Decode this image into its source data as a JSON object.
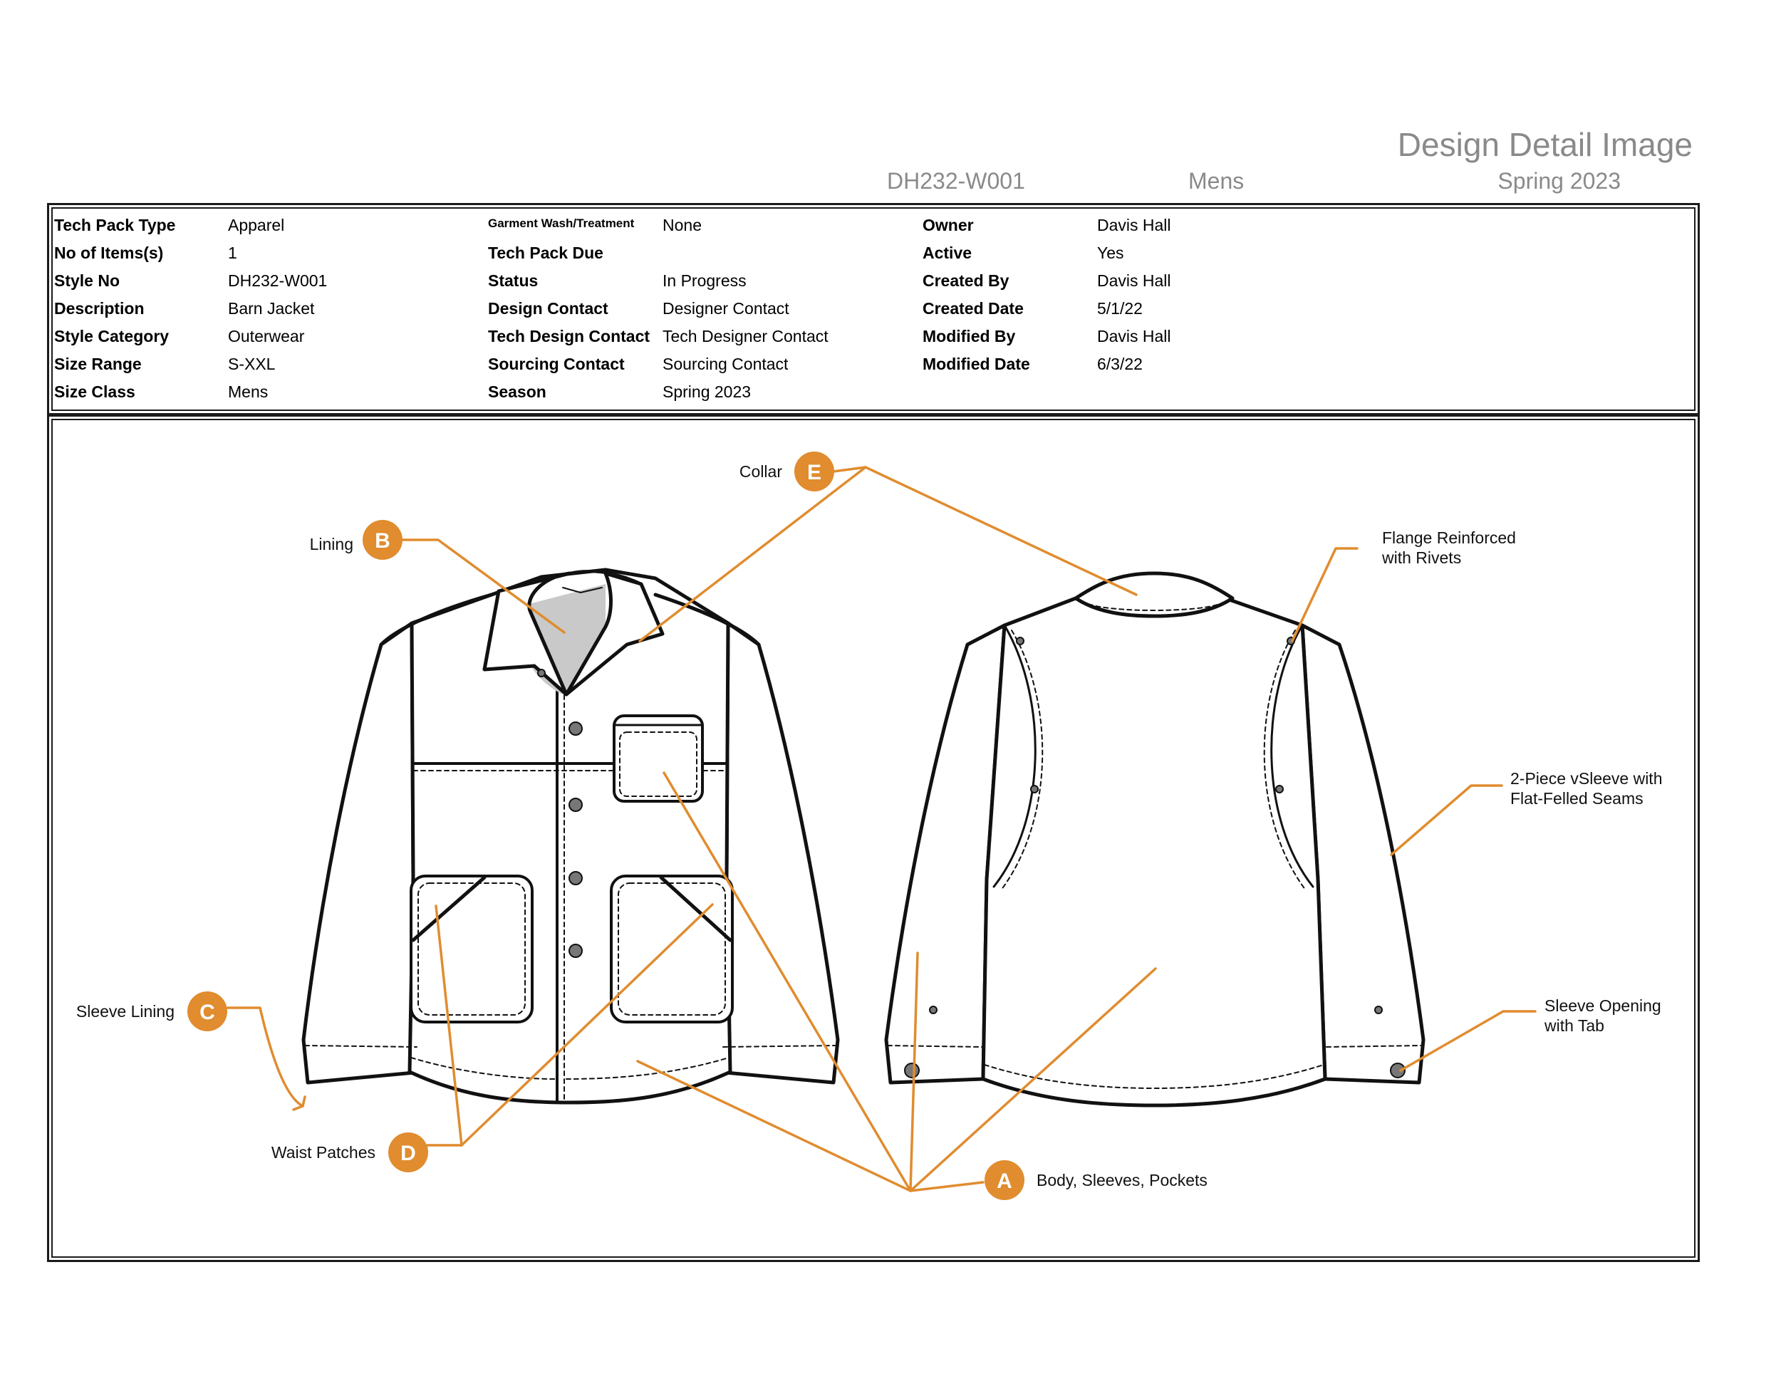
{
  "header": {
    "title": "Design Detail Image",
    "style_no": "DH232-W001",
    "size_class": "Mens",
    "season": "Spring 2023"
  },
  "info": {
    "col1": [
      {
        "label": "Tech Pack Type",
        "value": "Apparel"
      },
      {
        "label": "No of Items(s)",
        "value": "1"
      },
      {
        "label": "Style No",
        "value": "DH232-W001"
      },
      {
        "label": "Description",
        "value": "Barn Jacket"
      },
      {
        "label": "Style Category",
        "value": "Outerwear"
      },
      {
        "label": "Size Range",
        "value": "S-XXL"
      },
      {
        "label": "Size Class",
        "value": "Mens"
      }
    ],
    "col2": [
      {
        "label": "Garment Wash/Treatment",
        "value": "None"
      },
      {
        "label": "Tech Pack Due",
        "value": ""
      },
      {
        "label": "Status",
        "value": "In Progress"
      },
      {
        "label": "Design Contact",
        "value": "Designer Contact"
      },
      {
        "label": "Tech Design Contact",
        "value": "Tech Designer Contact"
      },
      {
        "label": "Sourcing Contact",
        "value": "Sourcing Contact"
      },
      {
        "label": "Season",
        "value": "Spring 2023"
      }
    ],
    "col3": [
      {
        "label": "Owner",
        "value": "Davis Hall"
      },
      {
        "label": "Active",
        "value": "Yes"
      },
      {
        "label": "Created By",
        "value": "Davis Hall"
      },
      {
        "label": "Created Date",
        "value": "5/1/22"
      },
      {
        "label": "Modified By",
        "value": "Davis Hall"
      },
      {
        "label": "Modified Date",
        "value": "6/3/22"
      }
    ]
  },
  "callouts": {
    "a": {
      "letter": "A",
      "text": "Body, Sleeves, Pockets"
    },
    "b": {
      "letter": "B",
      "text": "Lining"
    },
    "c": {
      "letter": "C",
      "text": "Sleeve Lining"
    },
    "d": {
      "letter": "D",
      "text": "Waist Patches"
    },
    "e": {
      "letter": "E",
      "text": "Collar"
    },
    "flange": {
      "line1": "Flange Reinforced",
      "line2": "with Rivets"
    },
    "sleeve2": {
      "line1": "2-Piece vSleeve with",
      "line2": "Flat-Felled Seams"
    },
    "opening": {
      "line1": "Sleeve Opening",
      "line2": "with Tab"
    }
  },
  "colors": {
    "accent": "#e08c2f",
    "line": "#111111",
    "shade": "#c9c9c9",
    "header_text": "#8a8a8a"
  }
}
